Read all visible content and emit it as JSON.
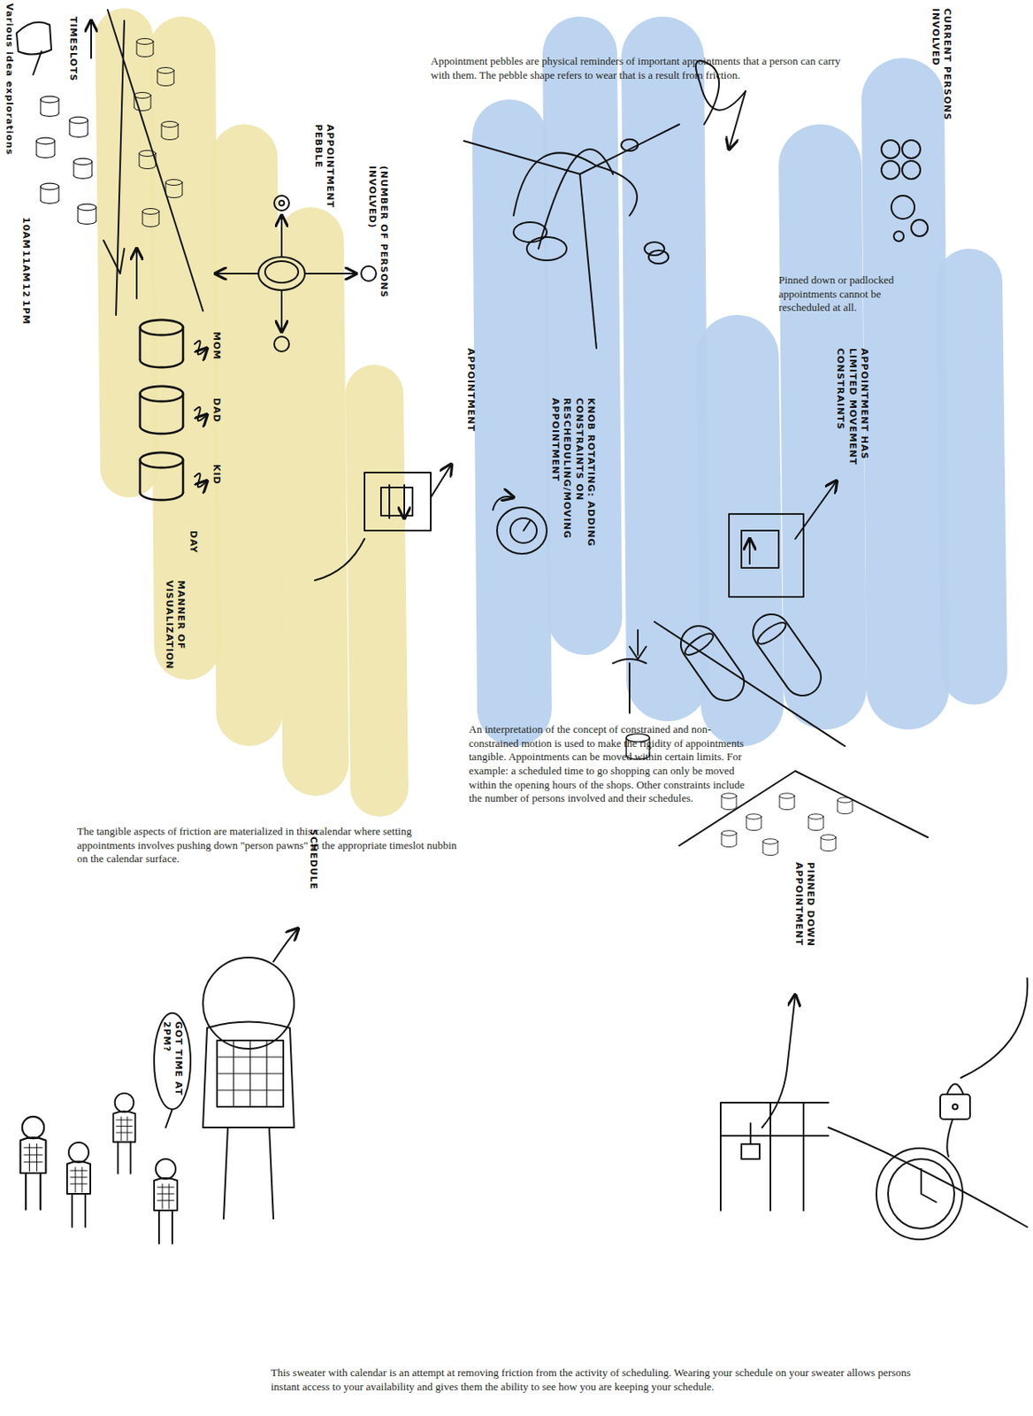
{
  "diagram": {
    "nodes": [
      {
        "text": [
          "The tangible aspects of friction are materialized in this calendar where setting appointments involves pushing down \"person pawns\" in the appropriate timeslot nubbin on the calendar surface."
        ]
      },
      {
        "text": [
          "An interpretation of the concept of constrained and non-constrained motion is used to make the rigidity of appointments tangible. Appointments can be moved within certain limits. For example: a scheduled time to go shopping can only be moved within the opening hours of the shops. Other constraints include the number of persons involved and their schedules."
        ]
      }
    ],
    "labels": [
      "Various idea explorations",
      "TIMESLOTS",
      "10AM",
      "11AM",
      "12",
      "1PM",
      "MOM",
      "DAD",
      "KID",
      "Appointment pebbles are physical reminders of important appointments that a person can carry with them. The pebble shape refers to wear that is a result from friction.",
      "CURRENT PERSONS INVOLVED",
      "APPOINTMENT PEBBLE",
      "(NUMBER OF PERSONS INVOLVED)",
      "APPOINTMENT",
      "DAY",
      "MANNER OF VISUALIZATION",
      "KNOB ROTATING: ADDING CONSTRAINTS ON RESCHEDULING/MOVING APPOINTMENT",
      "APPOINTMENT HAS LIMITED MOVEMENT CONSTRAINTS",
      "Pinned down or padlocked appointments cannot be rescheduled at all.",
      "PINNED DOWN APPOINTMENT",
      "SCHEDULE",
      "GOT TIME AT 2PM?",
      "This sweater with calendar is an attempt at removing friction from the activity of scheduling. Wearing your schedule on your sweater allows persons instant access to your availability and gives them the ability to see how you are keeping your schedule."
    ]
  }
}
